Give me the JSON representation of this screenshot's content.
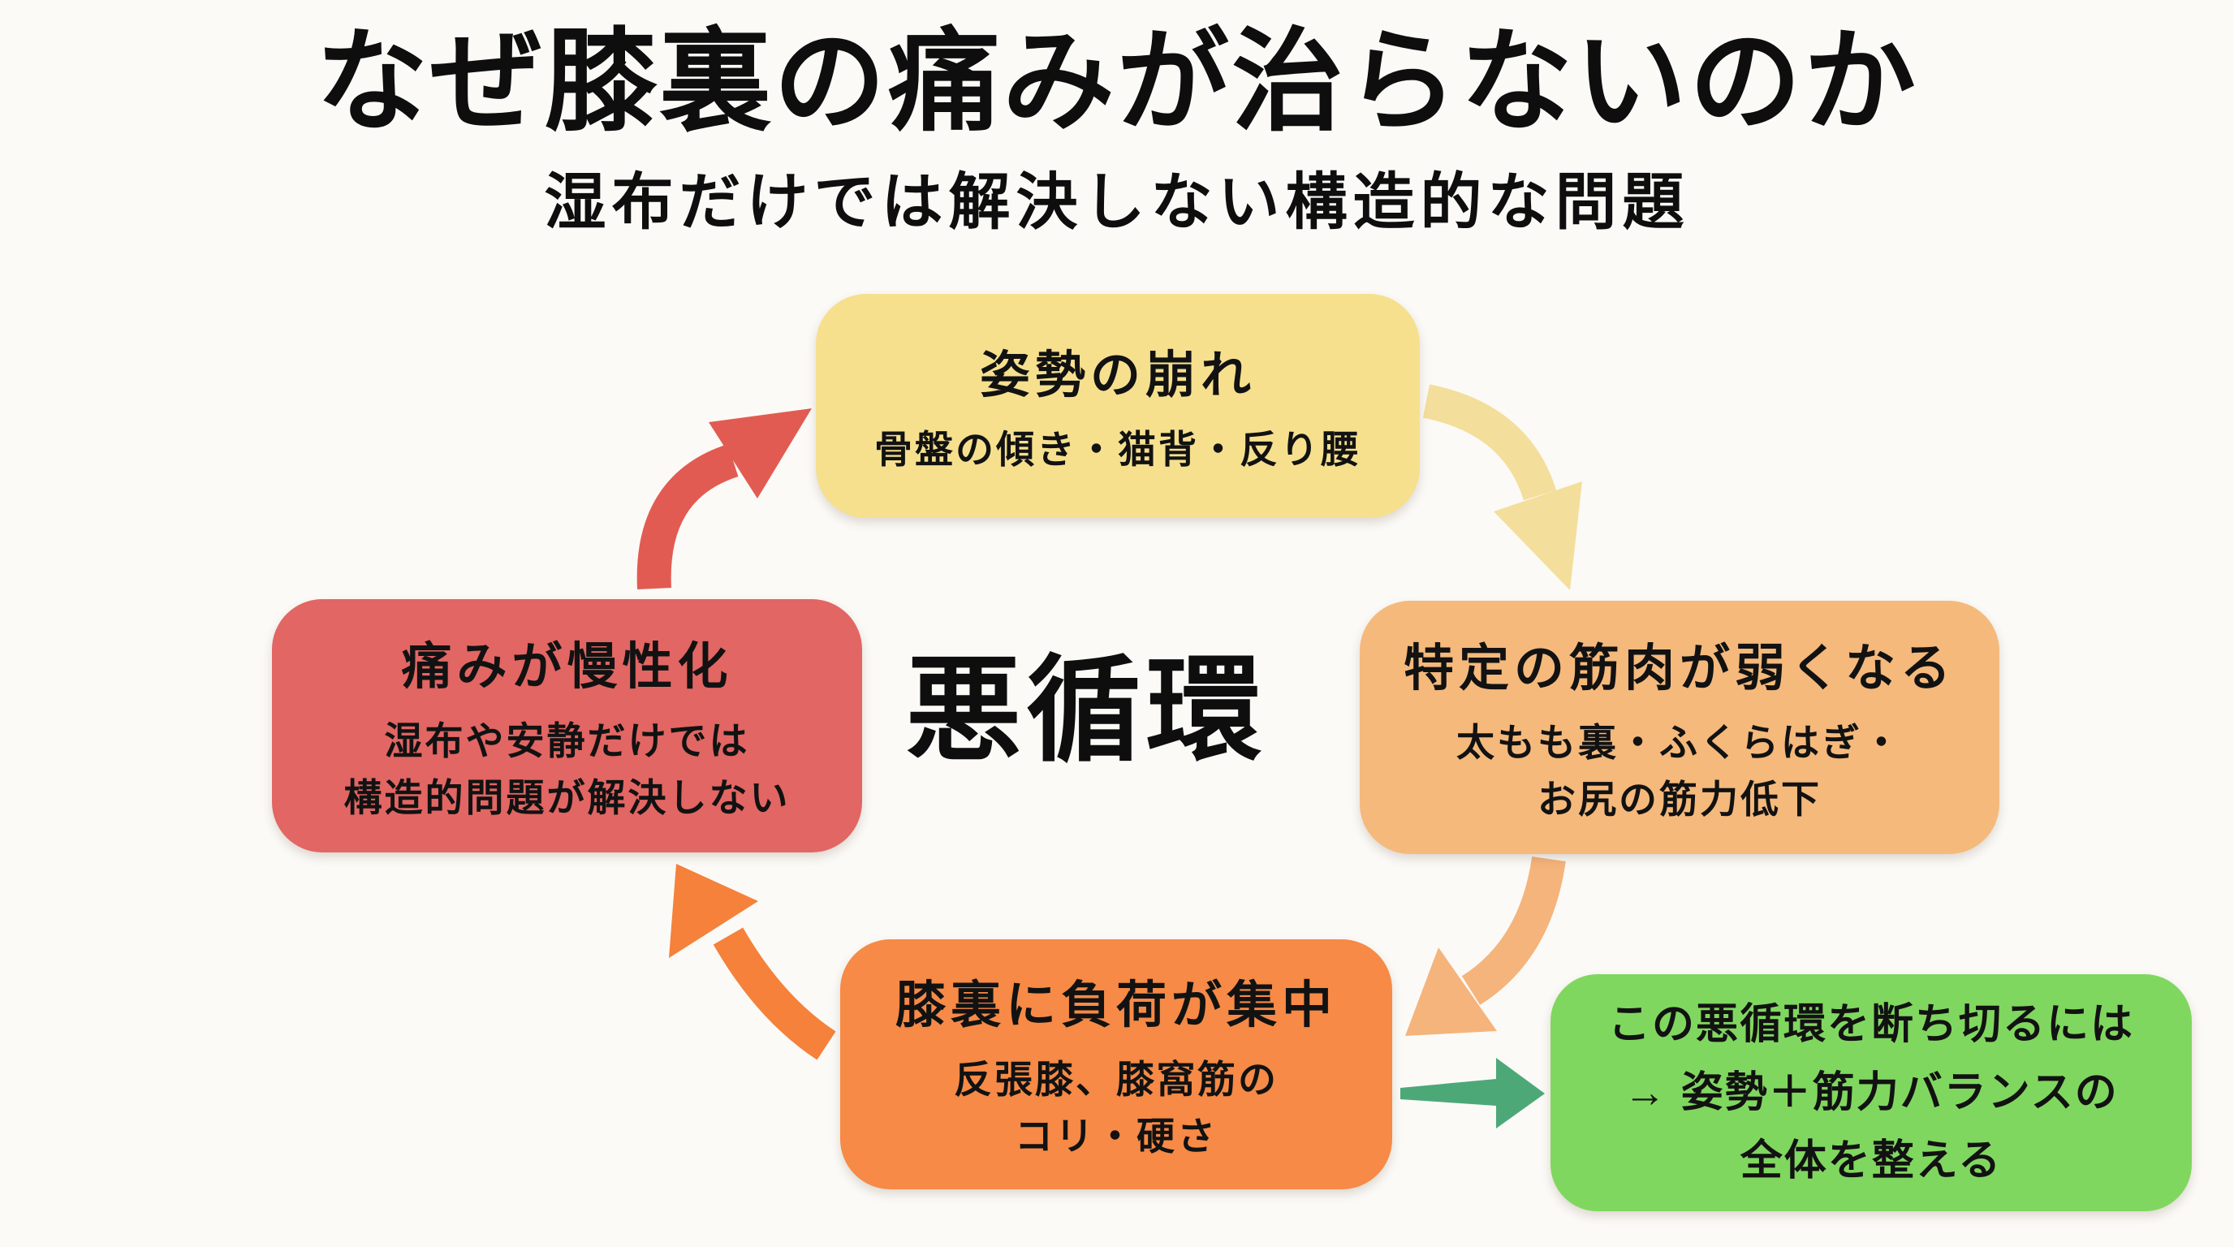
{
  "page": {
    "title": "なぜ膝裏の痛みが治らないのか",
    "subtitle": "湿布だけでは解決しない構造的な問題",
    "center_label": "悪循環",
    "background": "#FBFAF7",
    "text_color": "#0E0E0E"
  },
  "cycle": {
    "nodes": [
      {
        "id": "posture-collapse",
        "title": "姿勢の崩れ",
        "detail_lines": [
          "骨盤の傾き・猫背・反り腰"
        ],
        "color": "#F6E08E"
      },
      {
        "id": "weak-muscles",
        "title": "特定の筋肉が弱くなる",
        "detail_lines": [
          "太もも裏・ふくらはぎ・",
          "お尻の筋力低下"
        ],
        "color": "#F5B97C"
      },
      {
        "id": "knee-load",
        "title": "膝裏に負荷が集中",
        "detail_lines": [
          "反張膝、膝窩筋の",
          "コリ・硬さ"
        ],
        "color": "#F68A46"
      },
      {
        "id": "chronic-pain",
        "title": "痛みが慢性化",
        "detail_lines": [
          "湿布や安静だけでは",
          "構造的問題が解決しない"
        ],
        "color": "#E26663"
      }
    ],
    "solution": {
      "lines": [
        "この悪循環を断ち切るには",
        "→ 姿勢＋筋力バランスの",
        "全体を整える"
      ],
      "color": "#80D75F"
    },
    "arrows": {
      "chronic_to_posture": "#E25B52",
      "posture_to_muscle": "#F3DF9B",
      "muscle_to_knee": "#F5B47B",
      "knee_to_chronic": "#F5813B",
      "knee_to_solution": "#4DA878"
    }
  }
}
